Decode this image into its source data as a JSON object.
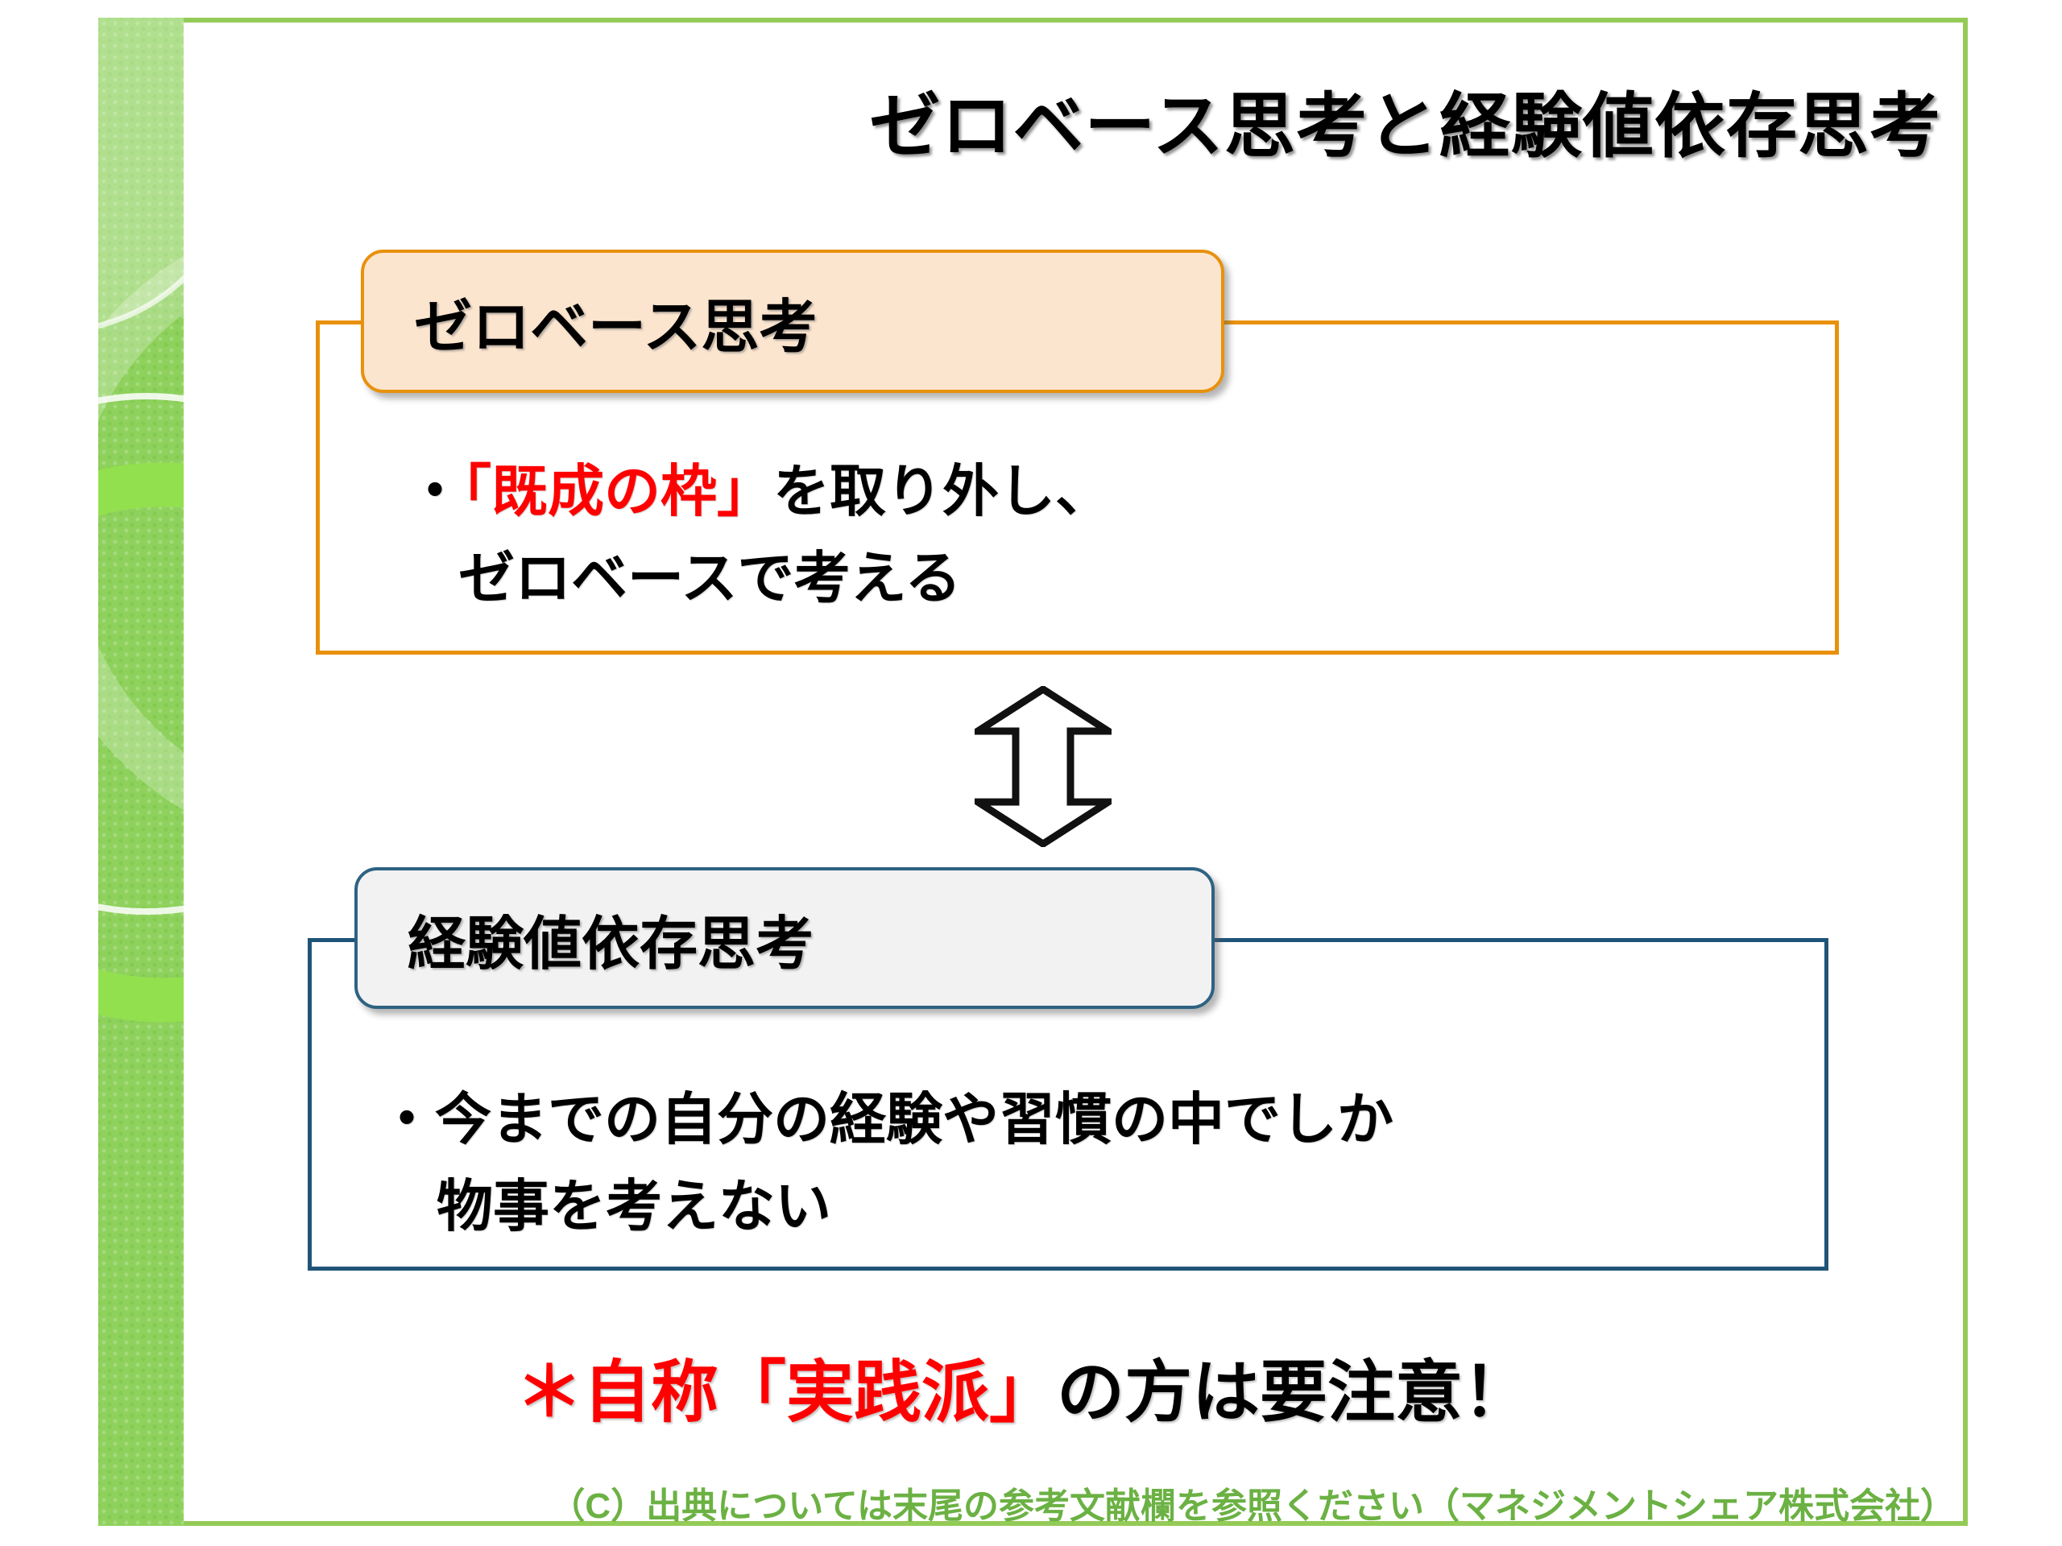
{
  "slide": {
    "title": "ゼロベース思考と経験値依存思考",
    "zero_base": {
      "header": "ゼロベース思考",
      "line1_bullet": "・",
      "line1_red": "「既成の枠」",
      "line1_rest": "を取り外し、",
      "line2": "ゼロベースで考える"
    },
    "experience": {
      "header": "経験値依存思考",
      "line1": "・今までの自分の経験や習慣の中でしか",
      "line2": "物事を考えない"
    },
    "warning": {
      "red_part": "＊自称「実践派」",
      "black_part": "の方は要注意！"
    },
    "footer": "（C）出典については末尾の参考文献欄を参照ください（マネジメントシェア株式会社）",
    "icons": {
      "connector": "up-down-arrow"
    },
    "colors": {
      "frame_green": "#94CB57",
      "strip_green": "#8ED15C",
      "orange_border": "#E8910D",
      "orange_fill": "#FCE5CF",
      "blue_border": "#1F5478",
      "gray_header_border": "#2E6283",
      "gray_fill": "#F2F2F2",
      "highlight_red": "#FF0000",
      "footer_green": "#6BB143"
    }
  }
}
